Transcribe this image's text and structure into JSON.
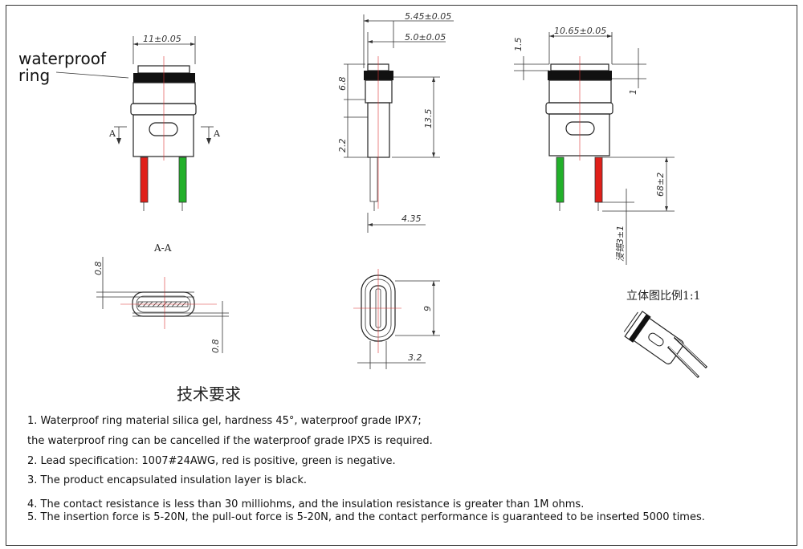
{
  "callout": {
    "line1": "waterproof",
    "line2": "ring"
  },
  "dimensions": {
    "front_width": "11±0.05",
    "side_width_outer": "5.45±0.05",
    "side_width_inner": "5.0±0.05",
    "side_h1": "6.8",
    "side_h2": "13.5",
    "side_h3": "2.2",
    "side_bottom": "4.35",
    "back_width": "10.65±0.05",
    "back_top": "1.5",
    "back_ring": "1",
    "back_lead": "68±2",
    "back_tin": "浸锡3±1",
    "section_top": "0.8",
    "section_bottom": "0.8",
    "end_height": "9",
    "end_width": "3.2"
  },
  "section_marks": {
    "left": "A",
    "right": "A",
    "title": "A-A"
  },
  "scale_label": "立体图比例1:1",
  "requirements_title": "技术要求",
  "notes": [
    "1. Waterproof ring material silica gel, hardness 45°, waterproof grade IPX7;",
    "the waterproof ring can be cancelled if the waterproof grade IPX5 is required.",
    "2. Lead specification: 1007#24AWG, red is positive, green is negative.",
    "3. The product encapsulated insulation layer is black.",
    "4. The contact resistance is less than 30  milliohms, and the insulation resistance is greater than 1M ohms.",
    "5. The insertion force is 5-20N, the pull-out force is 5-20N, and the contact performance is guaranteed to be inserted 5000 times."
  ],
  "colors": {
    "red_lead": "#e0201a",
    "green_lead": "#22b02a",
    "ring": "#111111"
  }
}
